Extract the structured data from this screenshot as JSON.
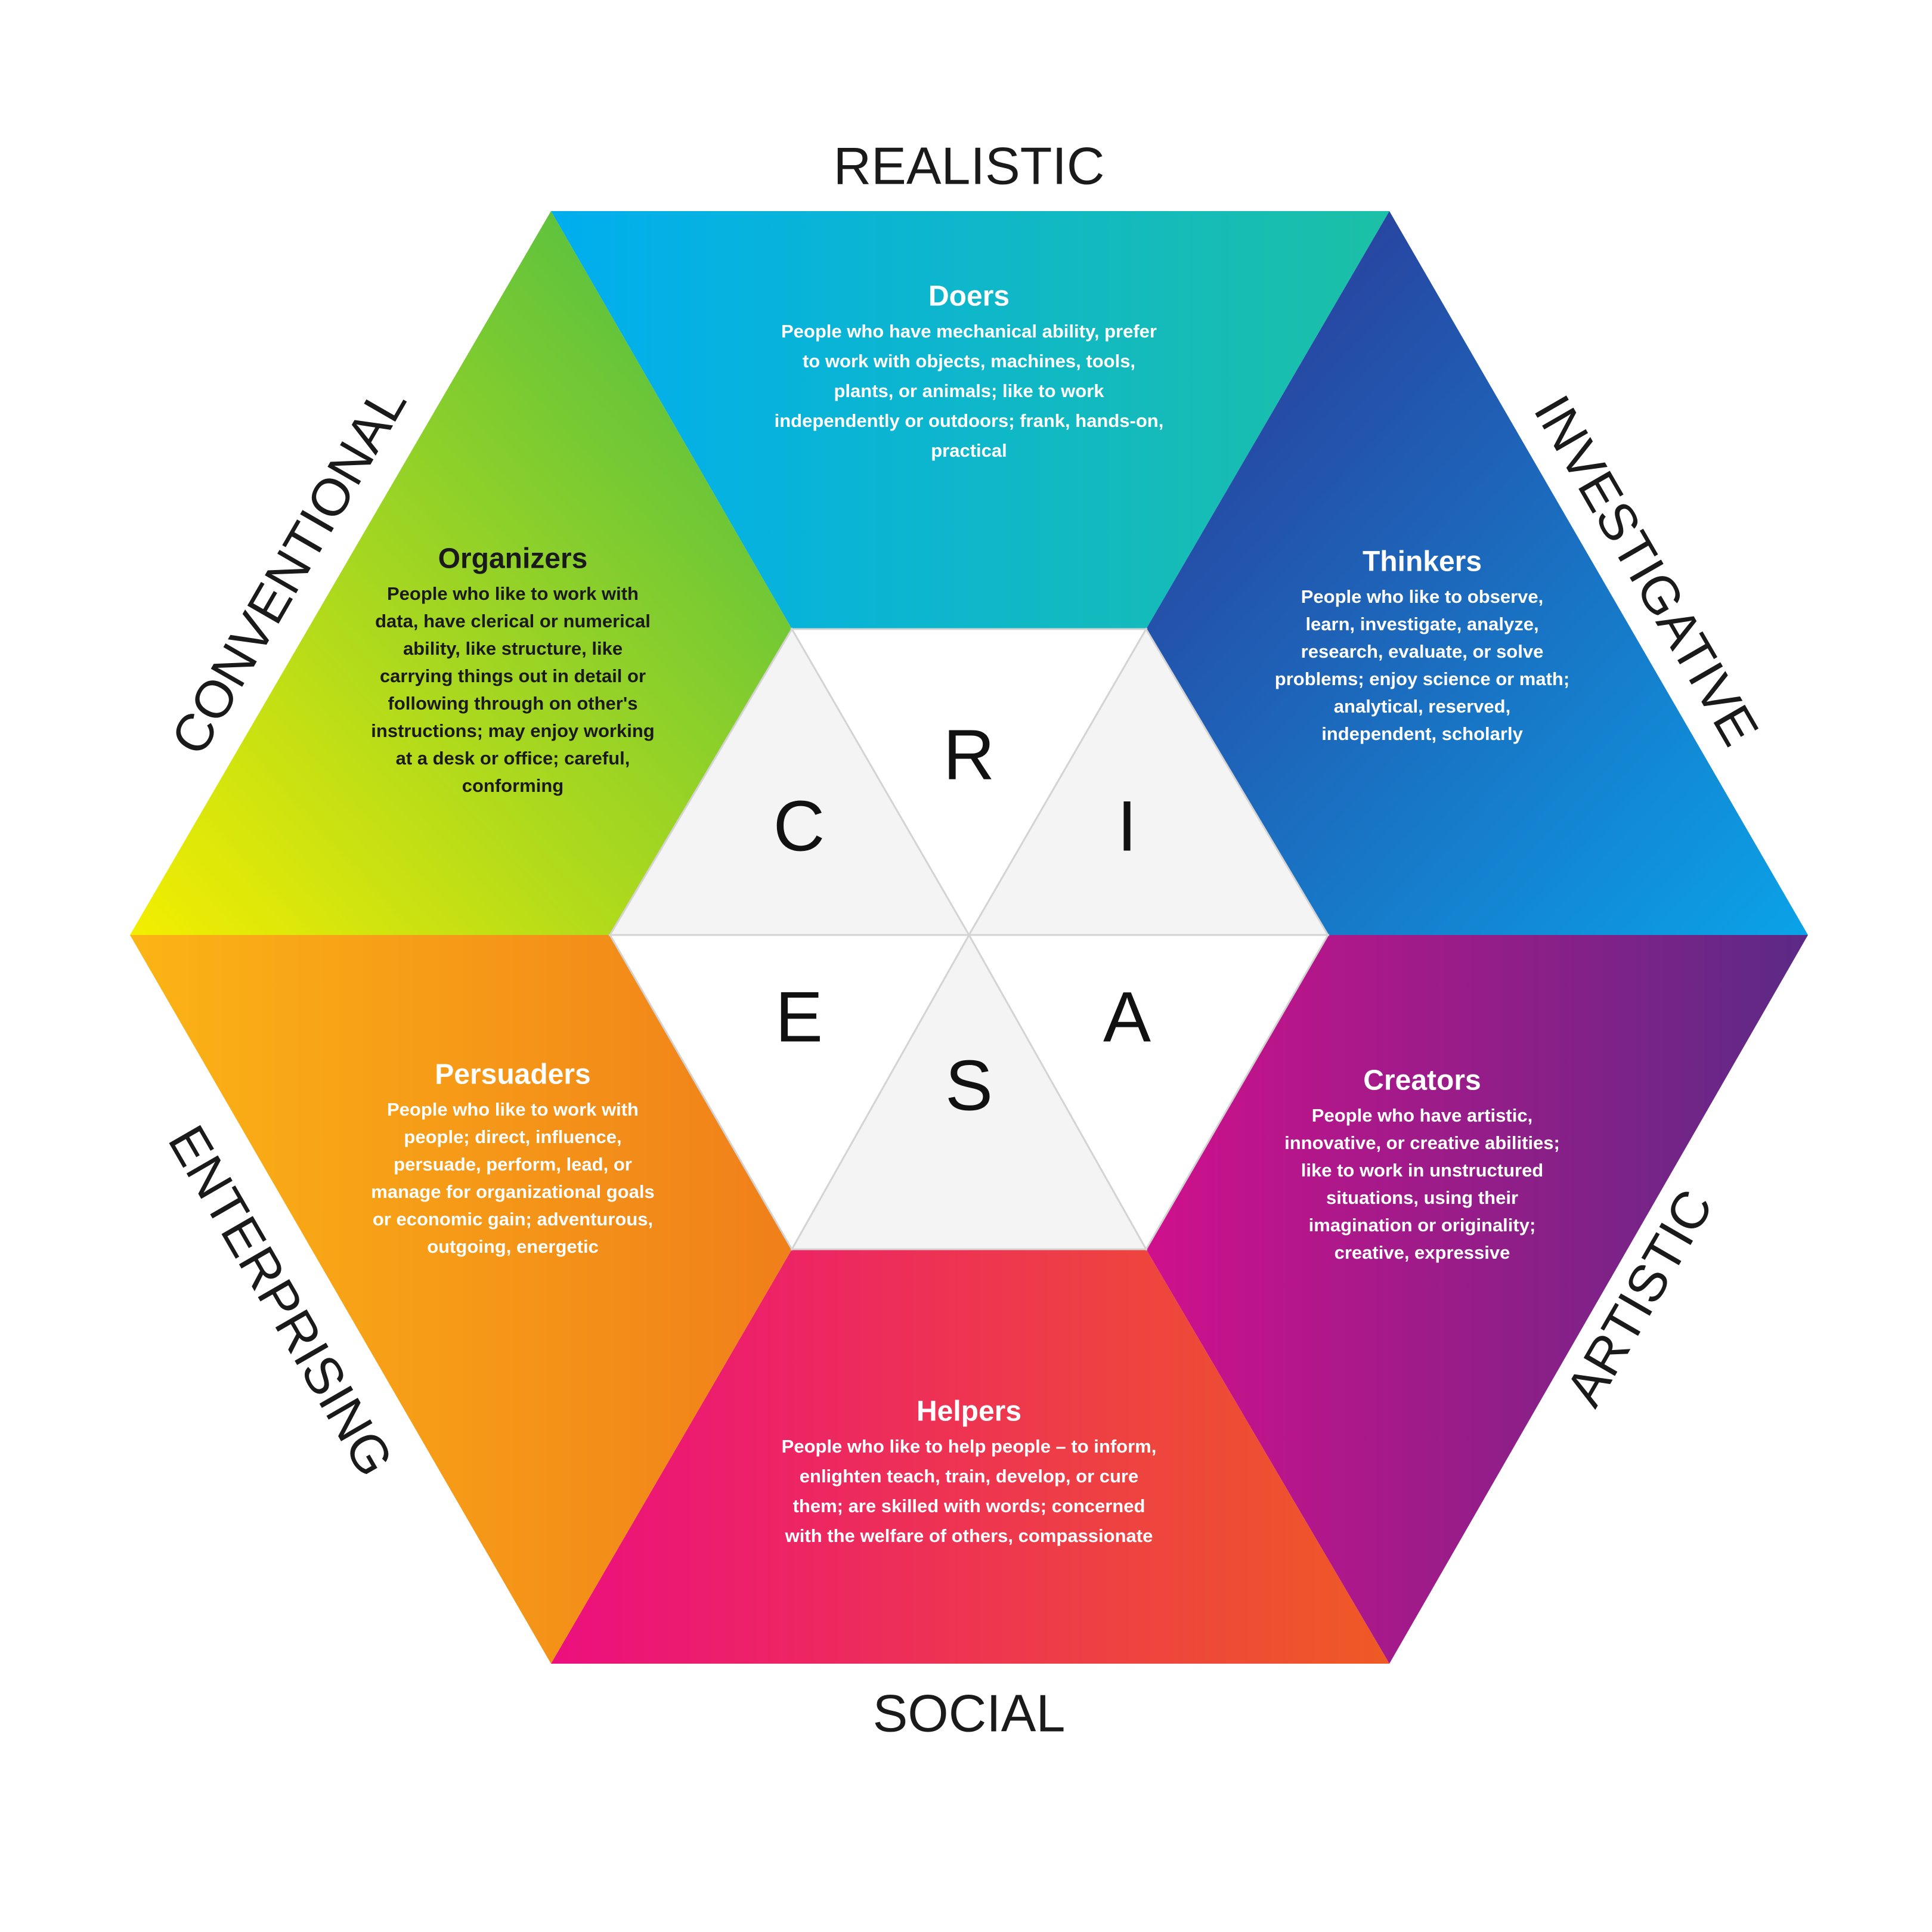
{
  "outer_labels": {
    "realistic": "REALISTIC",
    "investigative": "INVESTIGATIVE",
    "artistic": "ARTISTIC",
    "social": "SOCIAL",
    "enterprising": "ENTERPRISING",
    "conventional": "CONVENTIONAL"
  },
  "center_letters": {
    "r": "R",
    "i": "I",
    "a": "A",
    "s": "S",
    "e": "E",
    "c": "C"
  },
  "segments": {
    "doers": {
      "title": "Doers",
      "lines": [
        "People who have mechanical ability, prefer",
        "to work with objects, machines, tools,",
        "plants, or animals; like to work",
        "independently or outdoors; frank, hands-on,",
        "practical"
      ]
    },
    "thinkers": {
      "title": "Thinkers",
      "lines": [
        "People who like to observe,",
        "learn, investigate, analyze,",
        "research, evaluate, or solve",
        "problems; enjoy science or math;",
        "analytical, reserved,",
        "independent, scholarly"
      ]
    },
    "creators": {
      "title": "Creators",
      "lines": [
        "People who have artistic,",
        "innovative, or creative abilities;",
        "like to work in unstructured",
        "situations, using their",
        "imagination or originality;",
        "creative, expressive"
      ]
    },
    "helpers": {
      "title": "Helpers",
      "lines": [
        "People who like to help people – to inform,",
        "enlighten teach, train, develop, or cure",
        "them; are skilled with words; concerned",
        "with the welfare of others, compassionate"
      ]
    },
    "persuaders": {
      "title": "Persuaders",
      "lines": [
        "People who like to work with",
        "people; direct, influence,",
        "persuade, perform, lead, or",
        "manage for organizational goals",
        "or economic gain; adventurous,",
        "outgoing, energetic"
      ]
    },
    "organizers": {
      "title": "Organizers",
      "lines": [
        "People who like to work with",
        "data, have clerical or numerical",
        "ability, like structure, like",
        "carrying things out in detail or",
        "following through on other's",
        "instructions; may enjoy working",
        "at a desk or office; careful,",
        "conforming"
      ]
    }
  },
  "colors": {
    "realistic": [
      "#00aeef",
      "#1cc0a6"
    ],
    "investigative": [
      "#2e3192",
      "#0aa3e8"
    ],
    "artistic": [
      "#d0108c",
      "#5b2a86"
    ],
    "social": [
      "#ec0f7e",
      "#ef5a24"
    ],
    "enterprising": [
      "#fbb415",
      "#f07f1a"
    ],
    "conventional": [
      "#f4ee00",
      "#3fb94a"
    ],
    "text_light": "#ffffff",
    "text_dark": "#1a1a1a"
  }
}
